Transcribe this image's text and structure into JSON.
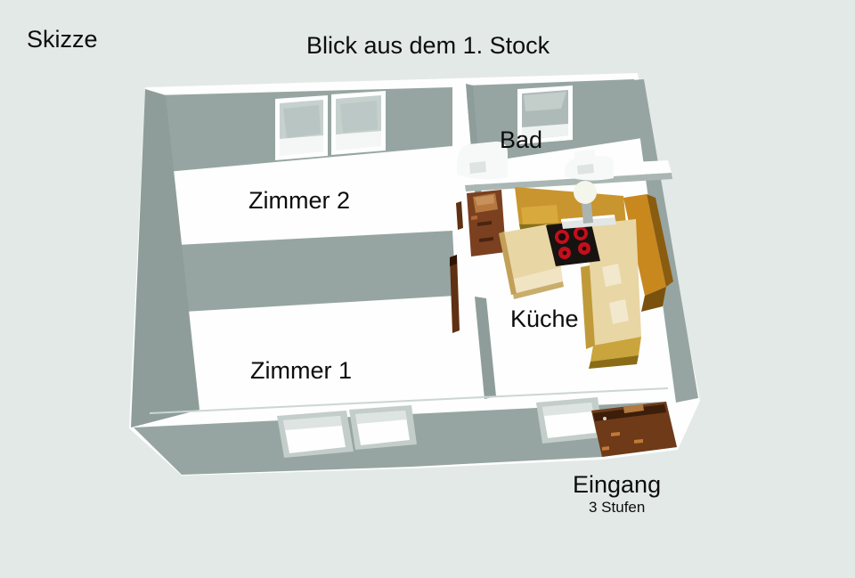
{
  "header": {
    "sketch_label": "Skizze",
    "title": "Blick aus dem 1. Stock"
  },
  "rooms": [
    {
      "id": "zimmer2",
      "label": "Zimmer 2"
    },
    {
      "id": "bad",
      "label": "Bad"
    },
    {
      "id": "kueche",
      "label": "Küche"
    },
    {
      "id": "zimmer1",
      "label": "Zimmer 1"
    }
  ],
  "entrance": {
    "label": "Eingang",
    "note": "3 Stufen"
  },
  "colors": {
    "background": "#e3e9e6",
    "wall": "#96a5a2",
    "wall_shade": "#8e9d9a",
    "wall_top": "#fdfefd",
    "glass": "#c6d1ce",
    "glass_dark": "#aebab7",
    "fixture_white": "#f7f9f8",
    "door_brown": "#6e3a18",
    "cabinet_brown": "#7b4020",
    "counter_gold": "#c9952e",
    "counter_olive": "#87701c",
    "counter_orange": "#c8881e",
    "counter_cream": "#e9d6a5",
    "cooktop_black": "#171310",
    "burner_red": "#c40f1c",
    "text": "#0d0d0d"
  }
}
